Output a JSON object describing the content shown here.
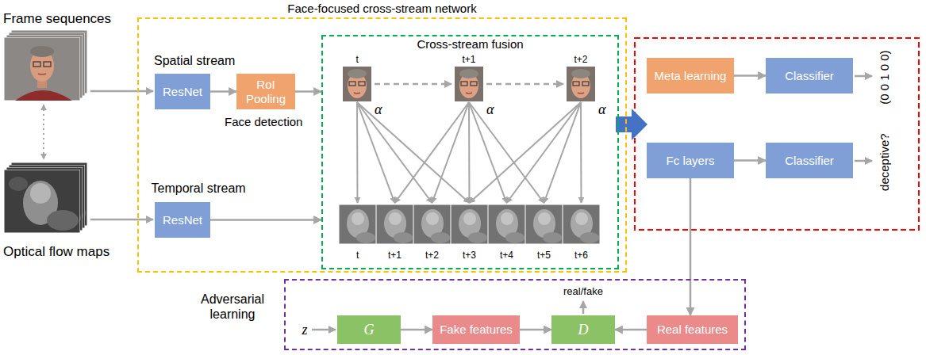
{
  "diagram": {
    "nodes": [
      {
        "text": [
          "Face-focused cross-stream network"
        ]
      },
      {
        "text": [
          "ResNet"
        ],
        "in": 0
      },
      {
        "text": [
          "RoI Pooling"
        ],
        "in": 0
      },
      {
        "text": [
          "ResNet"
        ],
        "in": 0
      },
      {
        "text": [
          "Cross-stream fusion"
        ],
        "in": 0
      },
      {
        "text": [
          "Meta learning"
        ]
      },
      {
        "text": [
          "Classifier"
        ]
      },
      {
        "text": [
          "Fc layers"
        ]
      },
      {
        "text": [
          "Classifier"
        ]
      },
      {
        "text": [
          "Adversarial learning"
        ]
      },
      {
        "text": [
          "G"
        ],
        "in": 9
      },
      {
        "text": [
          "Fake features"
        ],
        "in": 9
      },
      {
        "text": [
          "D"
        ],
        "in": 9
      },
      {
        "text": [
          "Real features"
        ],
        "in": 9
      }
    ],
    "edges": [
      {
        "from": 1,
        "to": 2,
        "arrow": "to"
      },
      {
        "from": 2,
        "to": 4,
        "arrow": "to"
      },
      {
        "from": 3,
        "to": 4,
        "arrow": "to"
      },
      {
        "from": 5,
        "to": 6,
        "arrow": "to"
      },
      {
        "from": 7,
        "to": 8,
        "arrow": "to"
      },
      {
        "from": 7,
        "to": 13,
        "arrow": "to"
      },
      {
        "from": 10,
        "to": 11,
        "arrow": "to"
      },
      {
        "from": 11,
        "to": 12,
        "arrow": "to"
      },
      {
        "from": 13,
        "to": 12,
        "arrow": "to"
      }
    ],
    "labels": [
      "Frame sequences",
      "Spatial stream",
      "Face detection",
      "Temporal stream",
      "Optical flow maps",
      "t",
      "t+1",
      "t+2",
      "α",
      "α",
      "α",
      "t",
      "t+1",
      "t+2",
      "t+3",
      "t+4",
      "t+5",
      "t+6",
      "(0 0 1 0 0)",
      "deceptive?",
      "z",
      "real/fake"
    ]
  }
}
